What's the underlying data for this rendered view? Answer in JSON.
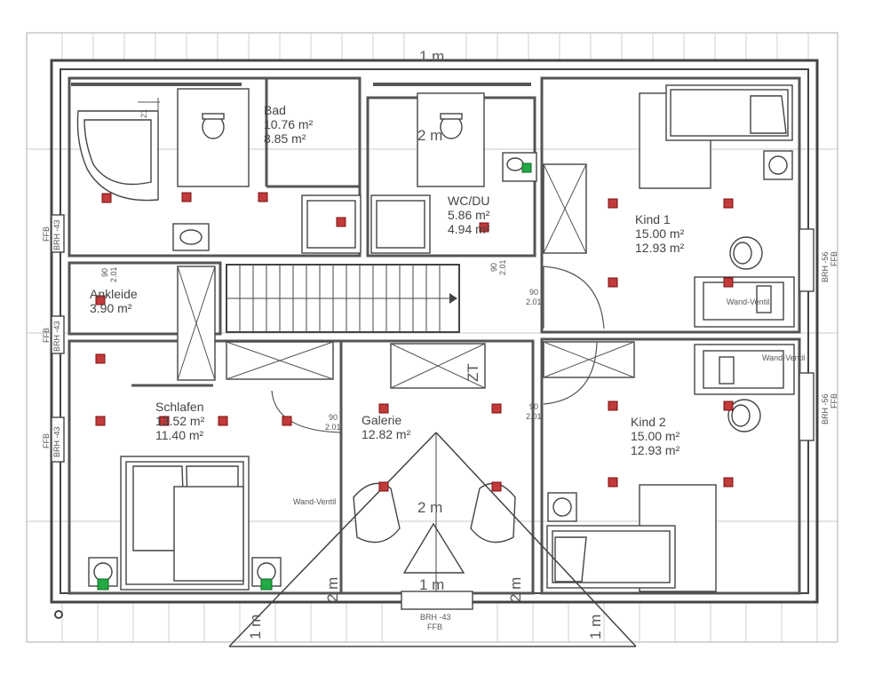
{
  "rooms": {
    "bad": {
      "name": "Bad",
      "area1": "10.76 m²",
      "area2": "8.85 m²"
    },
    "wcdu": {
      "name": "WC/DU",
      "area1": "5.86 m²",
      "area2": "4.94 m²"
    },
    "kind1": {
      "name": "Kind 1",
      "area1": "15.00 m²",
      "area2": "12.93 m²"
    },
    "ankleide": {
      "name": "Ankleide",
      "area1": "3.90 m²"
    },
    "schlafen": {
      "name": "Schlafen",
      "area1": "13.52 m²",
      "area2": "11.40 m²"
    },
    "galerie": {
      "name": "Galerie",
      "area1": "12.82 m²"
    },
    "kind2": {
      "name": "Kind 2",
      "area1": "15.00 m²",
      "area2": "12.93 m²"
    }
  },
  "dims": {
    "top": "1 m",
    "wc_top": "2 m",
    "galerie": "2 m",
    "bottom_left_2m": "2 m",
    "bottom_right_2m": "2 m",
    "bottom_left_1m": "1 m",
    "bottom_center_1m": "1 m",
    "bottom_right_1m": "1 m",
    "bad_21": "21"
  },
  "labels": {
    "wand_ventil_1": "Wand-Ventil",
    "wand_ventil_2": "Wand-Ventil",
    "wand_ventil_3": "Wand-Ventil",
    "door_90": "90",
    "door_201": "2.01",
    "zt": "ZT",
    "brh_56": "BRH -56",
    "ffb": "FFB",
    "brh_43": "BRH -43",
    "brh_small": "BRH -43"
  }
}
